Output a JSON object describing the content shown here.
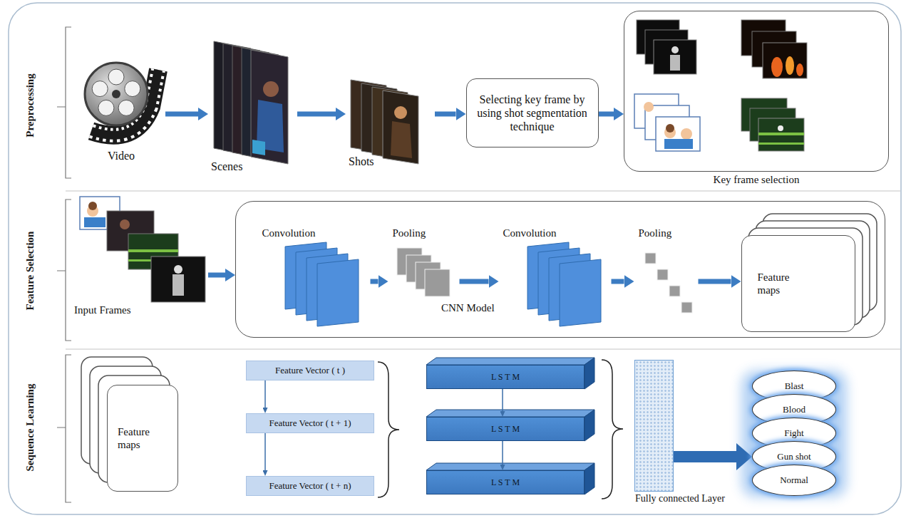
{
  "diagram": {
    "nodes": [
      {
        "text": [
          "Video"
        ]
      },
      {
        "text": [
          "Scenes"
        ]
      },
      {
        "text": [
          "Shots"
        ]
      },
      {
        "text": [
          "Selecting key frame by using shot segmentation technique"
        ]
      },
      {
        "text": [
          "Key frame selection"
        ]
      },
      {
        "text": [
          "Input Frames"
        ]
      },
      {
        "text": [
          "CNN Model"
        ]
      },
      {
        "text": [
          "Convolution"
        ],
        "in": 6
      },
      {
        "text": [
          "Pooling"
        ],
        "in": 6
      },
      {
        "text": [
          "Convolution"
        ],
        "in": 6
      },
      {
        "text": [
          "Pooling"
        ],
        "in": 6
      },
      {
        "text": [
          "Feature maps"
        ],
        "in": 6
      },
      {
        "text": [
          "Feature maps"
        ]
      },
      {
        "text": [
          "Feature Vector ( t )"
        ]
      },
      {
        "text": [
          "Feature Vector ( t + 1)"
        ]
      },
      {
        "text": [
          "Feature Vector ( t + n)"
        ]
      },
      {
        "text": [
          "L S T M"
        ]
      },
      {
        "text": [
          "L S T M"
        ]
      },
      {
        "text": [
          "L S T M"
        ]
      },
      {
        "text": [
          "Fully connected Layer"
        ]
      },
      {
        "text": [
          "Blast"
        ]
      },
      {
        "text": [
          "Blood"
        ]
      },
      {
        "text": [
          "Fight"
        ]
      },
      {
        "text": [
          "Gun shot"
        ]
      },
      {
        "text": [
          "Normal"
        ]
      }
    ],
    "edges": [
      {
        "from": 0,
        "to": 1,
        "arrow": "to"
      },
      {
        "from": 1,
        "to": 2,
        "arrow": "to"
      },
      {
        "from": 2,
        "to": 3,
        "arrow": "to"
      },
      {
        "from": 3,
        "to": 4,
        "arrow": "to"
      },
      {
        "from": 5,
        "to": 6,
        "arrow": "to"
      },
      {
        "from": 7,
        "to": 8,
        "arrow": "to"
      },
      {
        "from": 8,
        "to": 9,
        "arrow": "to"
      },
      {
        "from": 9,
        "to": 10,
        "arrow": "to"
      },
      {
        "from": 10,
        "to": 11,
        "arrow": "to"
      },
      {
        "from": 13,
        "to": 14,
        "arrow": "to"
      },
      {
        "from": 14,
        "to": 15,
        "arrow": "to"
      },
      {
        "from": 16,
        "to": 17,
        "arrow": "to"
      },
      {
        "from": 17,
        "to": 18,
        "arrow": "to"
      },
      {
        "from": 19,
        "to": 23,
        "arrow": "to"
      }
    ],
    "labels": [
      "Preprocessing",
      "Feature Selection",
      "Sequence Learning"
    ]
  }
}
